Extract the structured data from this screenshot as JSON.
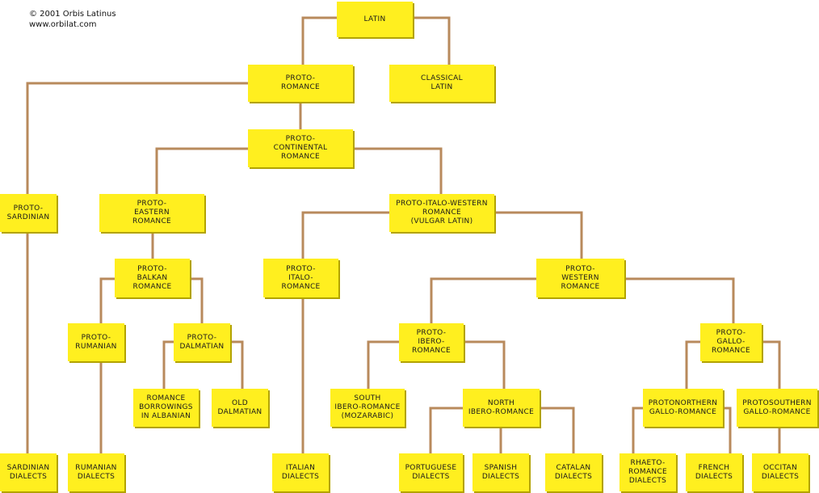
{
  "credit": {
    "copyright": "© 2001  Orbis Latinus",
    "url": "www.orbilat.com"
  },
  "colors": {
    "node_fill": "#ffef1f",
    "node_shadow": "#b3a300",
    "edge": "#b88a5c"
  },
  "nodes": {
    "latin": "LATIN",
    "proto_romance": "PROTO-\nROMANCE",
    "classical_latin": "CLASSICAL\nLATIN",
    "proto_continental_romance": "PROTO-\nCONTINENTAL\nROMANCE",
    "proto_sardinian": "PROTO-\nSARDINIAN",
    "proto_eastern_romance": "PROTO-\nEASTERN\nROMANCE",
    "proto_italo_western_romance": "PROTO-ITALO-WESTERN\nROMANCE\n(VULGAR LATIN)",
    "proto_balkan_romance": "PROTO-\nBALKAN\nROMANCE",
    "proto_italo_romance": "PROTO-\nITALO-\nROMANCE",
    "proto_western_romance": "PROTO-\nWESTERN\nROMANCE",
    "proto_rumanian": "PROTO-\nRUMANIAN",
    "proto_dalmatian": "PROTO-\nDALMATIAN",
    "proto_ibero_romance": "PROTO-\nIBERO-\nROMANCE",
    "proto_gallo_romance": "PROTO-\nGALLO-\nROMANCE",
    "romance_borrowings_in_albanian": "ROMANCE\nBORROWINGS\nIN ALBANIAN",
    "old_dalmatian": "OLD\nDALMATIAN",
    "south_ibero_romance": "SOUTH\nIBERO-ROMANCE\n(MOZARABIC)",
    "north_ibero_romance": "NORTH\nIBERO-ROMANCE",
    "protonorthern_gallo_romance": "PROTONORTHERN\nGALLO-ROMANCE",
    "protosouthern_gallo_romance": "PROTOSOUTHERN\nGALLO-ROMANCE",
    "sardinian_dialects": "SARDINIAN\nDIALECTS",
    "rumanian_dialects": "RUMANIAN\nDIALECTS",
    "italian_dialects": "ITALIAN\nDIALECTS",
    "portuguese_dialects": "PORTUGUESE\nDIALECTS",
    "spanish_dialects": "SPANISH\nDIALECTS",
    "catalan_dialects": "CATALAN\nDIALECTS",
    "rhaeto_romance_dialects": "RHAETO-\nROMANCE\nDIALECTS",
    "french_dialects": "FRENCH\nDIALECTS",
    "occitan_dialects": "OCCITAN\nDIALECTS"
  }
}
